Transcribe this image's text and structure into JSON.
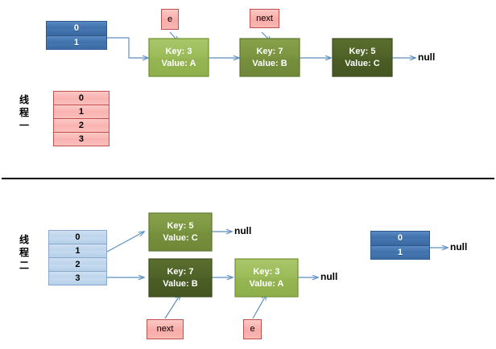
{
  "diagram": {
    "title": "HashMap concurrent resize linked-list diagram",
    "divider": {
      "name": "section-divider"
    },
    "colors": {
      "node_light_green": "#9bbb59",
      "node_mid_green": "#7b9440",
      "node_dark_green": "#4f6228",
      "table_dark_blue": "#4472a8",
      "table_light_blue": "#c3d9f0",
      "table_pink": "#f9b3b0",
      "label_pink": "#f8aba7",
      "arrow_blue": "#5b8fc0",
      "null_text": "#000000"
    },
    "sections": [
      {
        "id": "thread-one",
        "thread_label": {
          "chars": [
            "线",
            "程",
            "一"
          ],
          "text": "线程一"
        },
        "bucket_table": {
          "name": "bucket-table-dark",
          "cells": [
            "0",
            "1"
          ]
        },
        "index_table": {
          "name": "index-table-pink",
          "cells": [
            "0",
            "1",
            "2",
            "3"
          ]
        },
        "nodes": [
          {
            "name": "node-key3",
            "key": "Key: 3",
            "value": "Value: A",
            "shade": "light"
          },
          {
            "name": "node-key7",
            "key": "Key: 7",
            "value": "Value: B",
            "shade": "mid"
          },
          {
            "name": "node-key5",
            "key": "Key: 5",
            "value": "Value: C",
            "shade": "dark"
          }
        ],
        "pointers": [
          {
            "name": "pointer-e",
            "label": "e",
            "target": "node-key3"
          },
          {
            "name": "pointer-next",
            "label": "next",
            "target": "node-key7"
          }
        ],
        "terminals": [
          {
            "name": "null-terminal",
            "label": "null"
          }
        ]
      },
      {
        "id": "thread-two",
        "thread_label": {
          "chars": [
            "线",
            "程",
            "二"
          ],
          "text": "线程二"
        },
        "bucket_table": {
          "name": "bucket-table-light",
          "cells": [
            "0",
            "1",
            "2",
            "3"
          ]
        },
        "second_table": {
          "name": "bucket-table-dark-right",
          "cells": [
            "0",
            "1"
          ]
        },
        "nodes": [
          {
            "name": "node-key5",
            "key": "Key: 5",
            "value": "Value: C",
            "shade": "mid"
          },
          {
            "name": "node-key7",
            "key": "Key: 7",
            "value": "Value: B",
            "shade": "dark"
          },
          {
            "name": "node-key3",
            "key": "Key: 3",
            "value": "Value: A",
            "shade": "light"
          }
        ],
        "pointers": [
          {
            "name": "pointer-next",
            "label": "next",
            "target": "node-key7"
          },
          {
            "name": "pointer-e",
            "label": "e",
            "target": "node-key3"
          }
        ],
        "terminals": [
          {
            "name": "null-terminal-key5",
            "label": "null"
          },
          {
            "name": "null-terminal-key3",
            "label": "null"
          },
          {
            "name": "null-terminal-table",
            "label": "null"
          }
        ]
      }
    ]
  }
}
